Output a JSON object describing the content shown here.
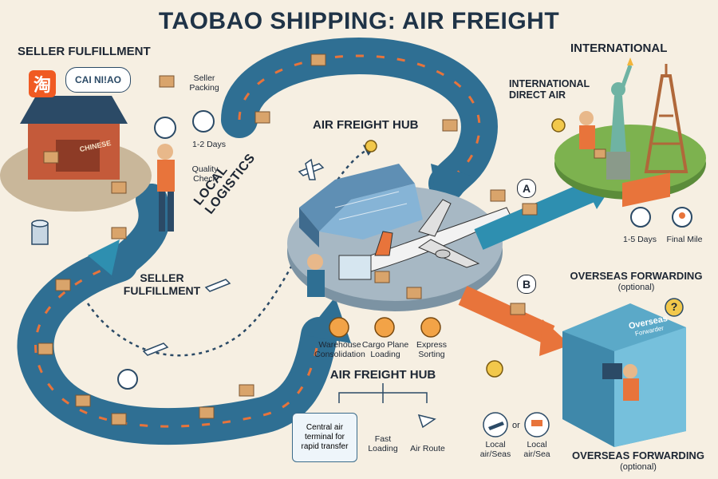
{
  "title": "TAOBAO SHIPPING: AIR FREIGHT",
  "seller": {
    "heading": "SELLER FULFILLMENT",
    "logo_taobao": "淘",
    "logo_cainiao": "CAI NI!AO",
    "store_sign": "CHINESE",
    "step_packing": "Seller\nPacking",
    "step_days": "1-2 Days",
    "step_quality": "Quality\nCheck"
  },
  "path_labels": {
    "local_logistics": "LOCAL LOGISTICS",
    "seller_fulfillment": "SELLER\nFULFILLMENT"
  },
  "hub": {
    "top_label": "AIR FREIGHT HUB",
    "bottom_label": "AIR FREIGHT HUB",
    "warehouse": "Warehouse\nConsolidation",
    "cargo_plane": "Cargo Plane\nLoading",
    "express": "Express\nSorting",
    "callout": "Central air\nterminal for\nrapid transfer",
    "fast_loading": "Fast\nLoading",
    "air_route": "Air Route"
  },
  "international": {
    "heading": "INTERNATIONAL",
    "direct_air": "INTERNATIONAL\nDIRECT AIR",
    "route_letter": "A",
    "days": "1-5 Days",
    "final_mile": "Final Mile"
  },
  "overseas": {
    "heading": "OVERSEAS FORWARDING",
    "heading_note": "(optional)",
    "route_letter": "B",
    "sign_main": "Overseas",
    "sign_sub": "Forwarder",
    "local_air_seas": "Local\nair/Seas",
    "or": "or",
    "local_air_sea": "Local\nair/Sea",
    "bottom_heading": "OVERSEAS FORWARDING",
    "bottom_note": "(optional)"
  },
  "colors": {
    "road_blue": "#2f6f93",
    "arrow_orange": "#e8743b",
    "arrow_teal": "#2e8fb0",
    "box": "#d9a46b"
  }
}
